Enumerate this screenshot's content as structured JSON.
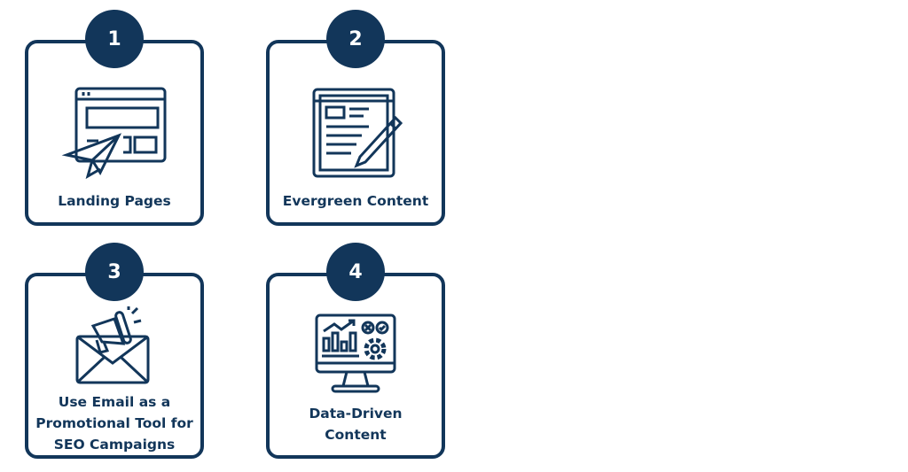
{
  "cards": [
    {
      "number": "1",
      "label": "Landing Pages",
      "icon": "landing-page-icon"
    },
    {
      "number": "2",
      "label": "Evergreen Content",
      "icon": "document-pencil-icon"
    },
    {
      "number": "3",
      "label_lines": [
        "Use Email as a",
        "Promotional Tool for",
        "SEO Campaigns"
      ],
      "icon": "email-megaphone-icon"
    },
    {
      "number": "4",
      "label_lines": [
        "Data-Driven",
        "Content"
      ],
      "icon": "monitor-analytics-icon"
    }
  ],
  "colors": {
    "primary": "#12365a",
    "background": "#ffffff"
  }
}
